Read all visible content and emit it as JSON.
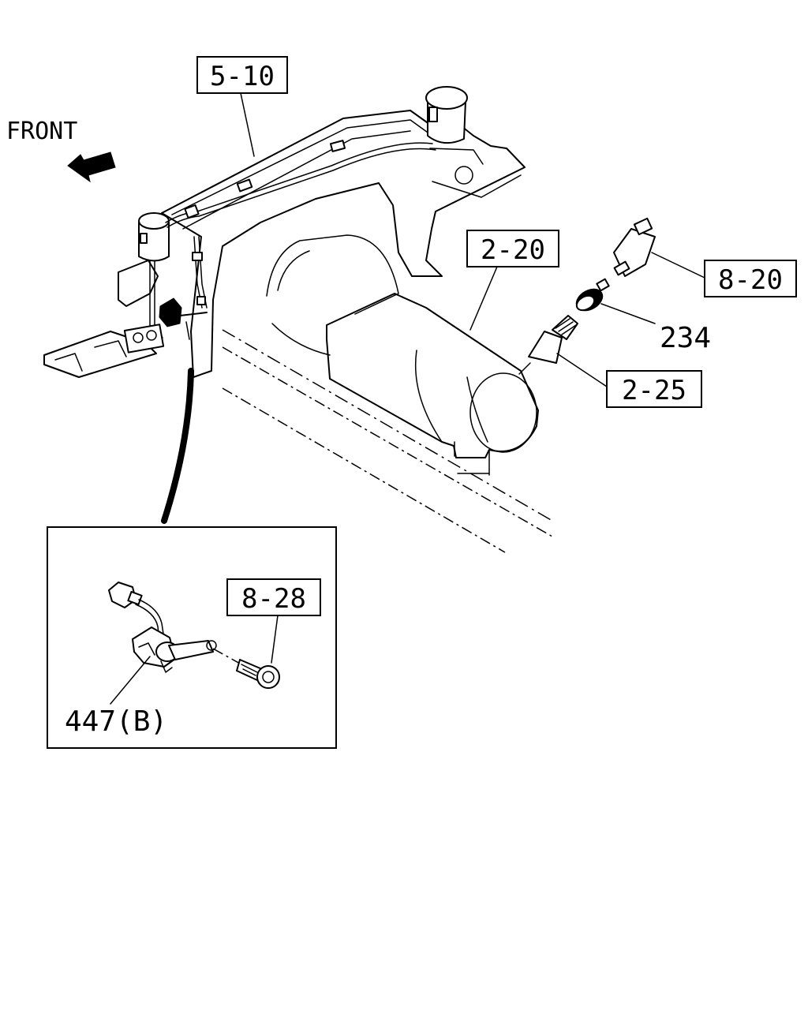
{
  "diagram": {
    "front_label": "FRONT",
    "callouts": {
      "ref_5_10": "5-10",
      "ref_2_20": "2-20",
      "ref_8_20": "8-20",
      "ref_2_25": "2-25",
      "ref_8_28": "8-28"
    },
    "part_numbers": {
      "p234": "234",
      "p447b": "447(B)"
    }
  }
}
